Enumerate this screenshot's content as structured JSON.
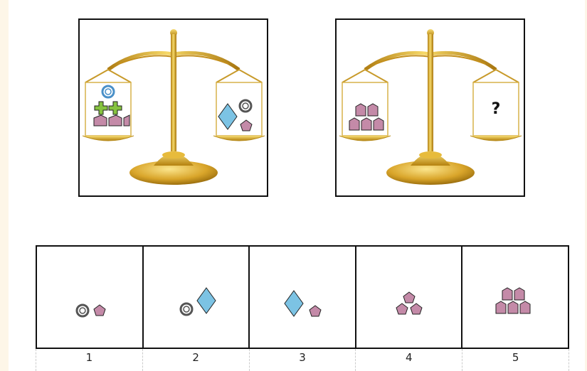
{
  "puzzle": {
    "question_mark": "?",
    "options": [
      {
        "label": "1"
      },
      {
        "label": "2"
      },
      {
        "label": "3"
      },
      {
        "label": "4"
      },
      {
        "label": "5"
      }
    ]
  },
  "colors": {
    "pentagon": "#c48aa8",
    "diamond": "#7cc3e4",
    "cross": "#86c33f",
    "ring_blue": "#4a90c8",
    "ring_gray": "#555555",
    "gold": "#d9a52a",
    "gold_light": "#f4d25d"
  }
}
